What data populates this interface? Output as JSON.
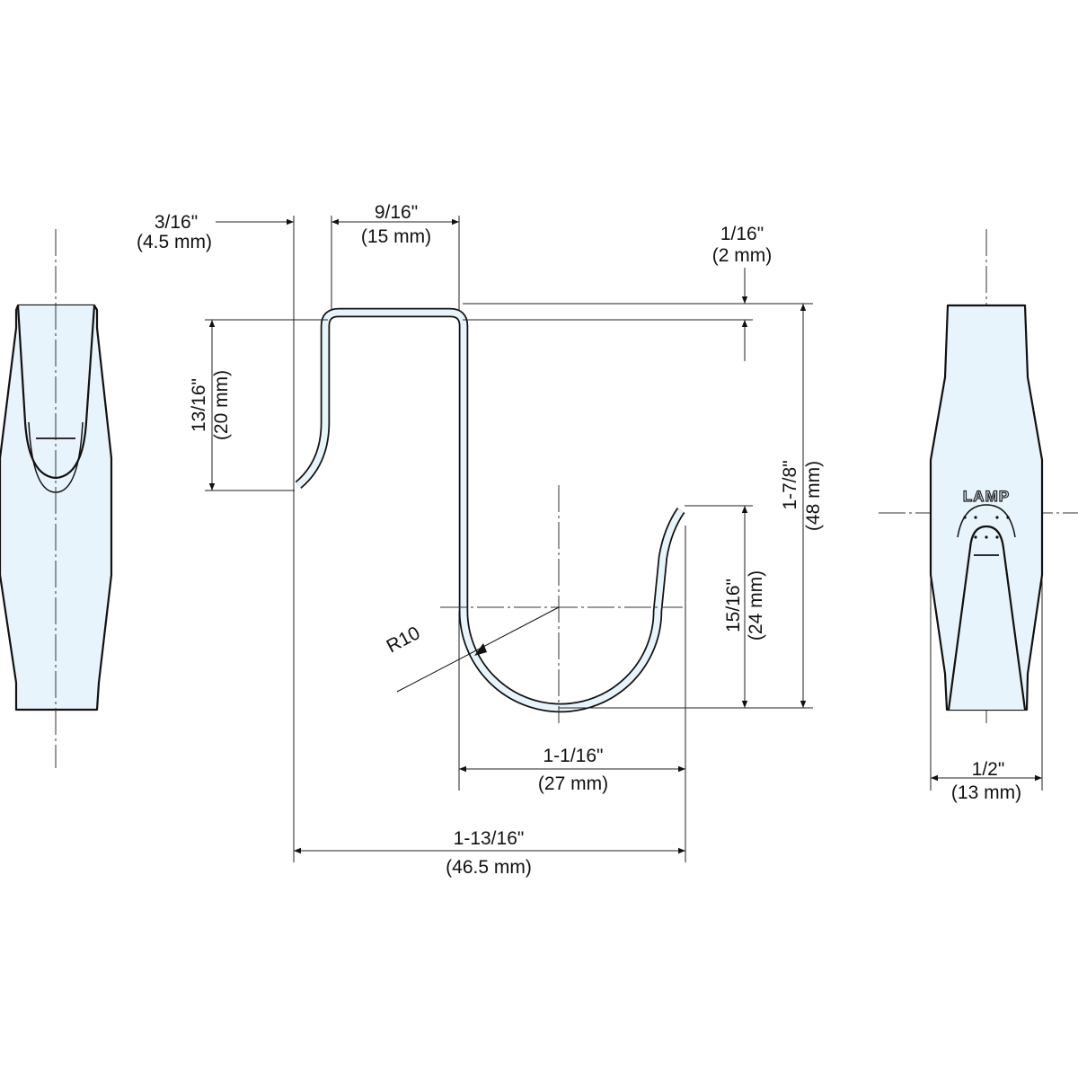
{
  "dimensions": {
    "offset_left": {
      "inch": "3/16\"",
      "mm": "(4.5 mm)"
    },
    "top_width": {
      "inch": "9/16\"",
      "mm": "(15 mm)"
    },
    "thickness": {
      "inch": "1/16\"",
      "mm": "(2 mm)"
    },
    "upper_depth": {
      "inch": "13/16\"",
      "mm": "(20 mm)"
    },
    "overall_height": {
      "inch": "1-7/8\"",
      "mm": "(48 mm)"
    },
    "lower_depth": {
      "inch": "15/16\"",
      "mm": "(24 mm)"
    },
    "radius": "R10",
    "lower_width": {
      "inch": "1-1/16\"",
      "mm": "(27 mm)"
    },
    "overall_width": {
      "inch": "1-13/16\"",
      "mm": "(46.5 mm)"
    },
    "side_width": {
      "inch": "1/2\"",
      "mm": "(13 mm)"
    }
  },
  "logo": "LAMP",
  "colors": {
    "fill": "#e8f4fb",
    "line": "#111111"
  }
}
